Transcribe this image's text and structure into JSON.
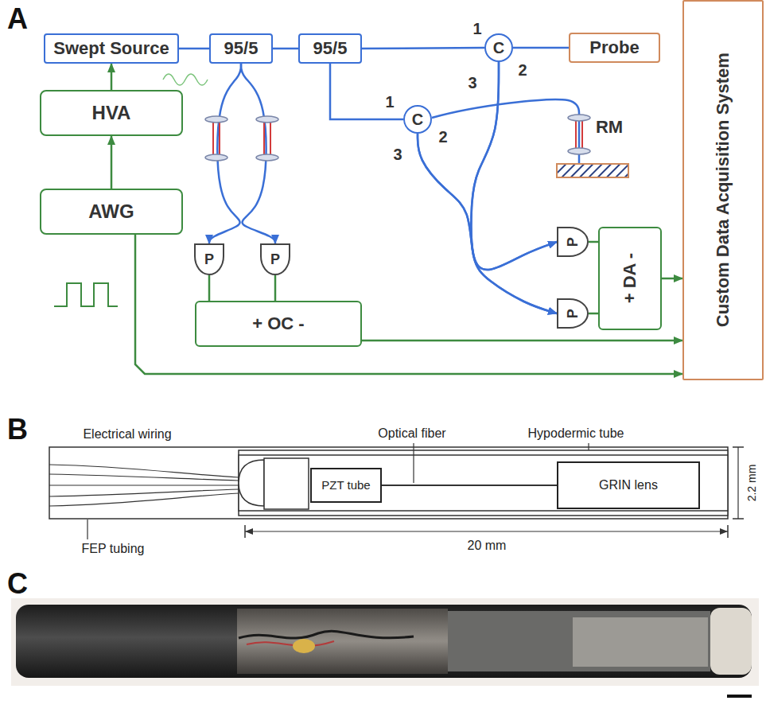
{
  "diagram": {
    "nodes": [
      {
        "text": [
          "Swept Source"
        ]
      },
      {
        "text": [
          "95/5"
        ]
      },
      {
        "text": [
          "95/5"
        ]
      },
      {
        "text": [
          "C"
        ]
      },
      {
        "text": [
          "Probe"
        ]
      },
      {
        "text": [
          "C"
        ]
      },
      {
        "text": [
          "Custom Data Acquisition System"
        ]
      },
      {
        "text": [
          "HVA"
        ]
      },
      {
        "text": [
          "AWG"
        ]
      },
      {
        "text": [
          "P"
        ]
      },
      {
        "text": [
          "P"
        ]
      },
      {
        "text": [
          "P"
        ]
      },
      {
        "text": [
          "P"
        ]
      },
      {
        "text": [
          "+ OC -"
        ]
      },
      {
        "text": [
          "+ DA -"
        ]
      },
      {
        "text": [
          "PZT tube"
        ]
      },
      {
        "text": [
          "GRIN lens"
        ]
      }
    ],
    "edges": [
      {
        "from": 0,
        "to": 1,
        "arrow": "none"
      },
      {
        "from": 1,
        "to": 2,
        "arrow": "none"
      },
      {
        "from": 2,
        "to": 3,
        "arrow": "none"
      },
      {
        "from": 3,
        "to": 4,
        "arrow": "none"
      },
      {
        "from": 2,
        "to": 5,
        "arrow": "none"
      },
      {
        "from": 7,
        "to": 0,
        "arrow": "to"
      },
      {
        "from": 8,
        "to": 7,
        "arrow": "to"
      },
      {
        "from": 1,
        "to": 9,
        "arrow": "to"
      },
      {
        "from": 1,
        "to": 10,
        "arrow": "to"
      },
      {
        "from": 3,
        "to": 11,
        "arrow": "to"
      },
      {
        "from": 3,
        "to": 12,
        "arrow": "to"
      },
      {
        "from": 5,
        "to": 11,
        "arrow": "to"
      },
      {
        "from": 5,
        "to": 12,
        "arrow": "to"
      },
      {
        "from": 9,
        "to": 13,
        "arrow": "none"
      },
      {
        "from": 10,
        "to": 13,
        "arrow": "none"
      },
      {
        "from": 11,
        "to": 14,
        "arrow": "none"
      },
      {
        "from": 12,
        "to": 14,
        "arrow": "none"
      },
      {
        "from": 13,
        "to": 6,
        "arrow": "to"
      },
      {
        "from": 14,
        "to": 6,
        "arrow": "to"
      },
      {
        "from": 8,
        "to": 6,
        "arrow": "to"
      }
    ],
    "labels": [
      "A",
      "1",
      "2",
      "3",
      "1",
      "2",
      "3",
      "RM",
      "B",
      "Electrical wiring",
      "Optical fiber",
      "Hypodermic tube",
      "20 mm",
      "2.2 mm",
      "FEP tubing",
      "C"
    ]
  }
}
